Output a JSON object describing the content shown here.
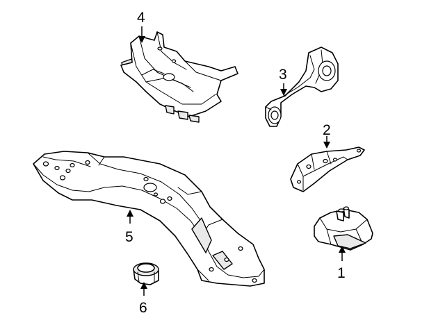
{
  "diagram": {
    "callouts": [
      {
        "id": "1",
        "label": "1"
      },
      {
        "id": "2",
        "label": "2"
      },
      {
        "id": "3",
        "label": "3"
      },
      {
        "id": "4",
        "label": "4"
      },
      {
        "id": "5",
        "label": "5"
      },
      {
        "id": "6",
        "label": "6"
      }
    ]
  }
}
